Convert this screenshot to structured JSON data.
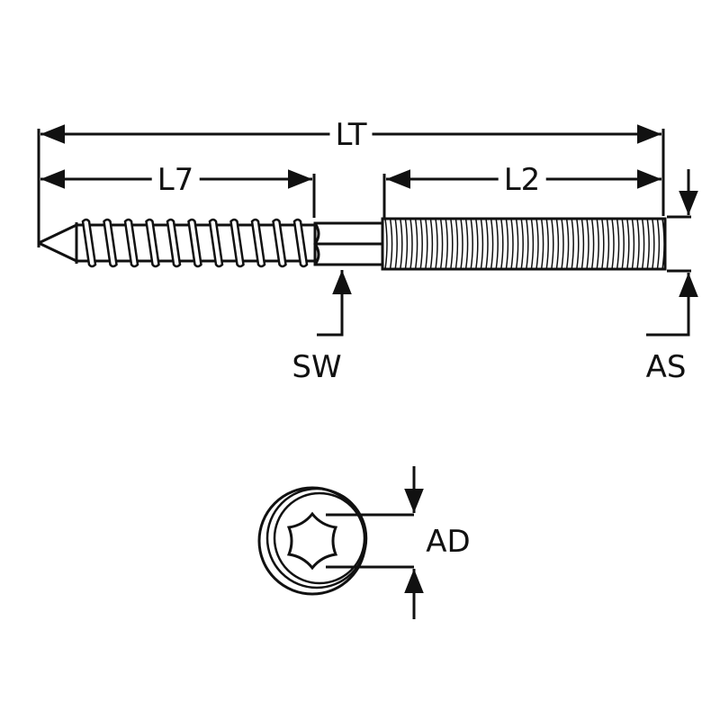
{
  "labels": {
    "total_length": "LT",
    "wood_thread_length": "L7",
    "machine_thread_length": "L2",
    "wrench_size": "SW",
    "thread_diameter": "AS",
    "drive_diameter": "AD"
  },
  "colors": {
    "line": "#111111",
    "background": "#ffffff"
  }
}
